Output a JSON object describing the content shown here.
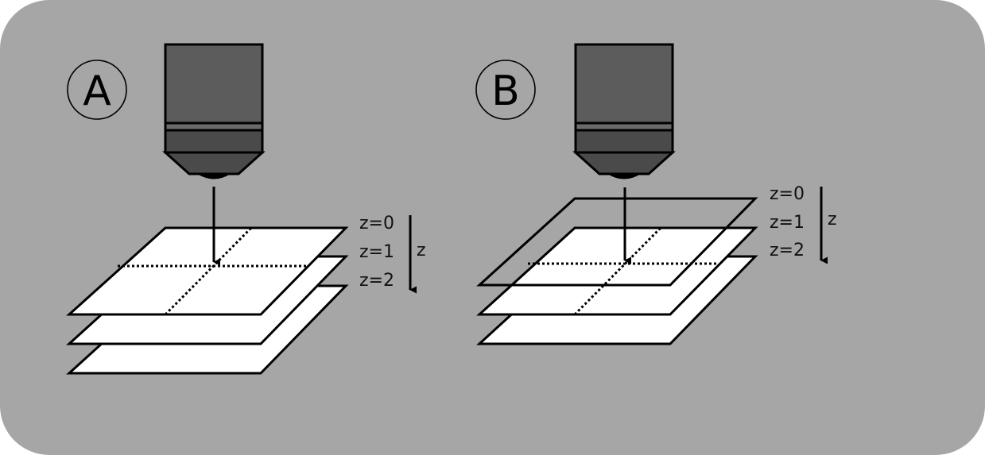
{
  "colors": {
    "background": "#a6a6a6",
    "objective_body": "#5c5c5c",
    "objective_lower": "#4a4a4a",
    "outline": "#000000",
    "plane_fill": "#ffffff"
  },
  "panels": [
    {
      "id": "A",
      "badge": "A",
      "plane_labels": [
        "z=0",
        "z=1",
        "z=2"
      ],
      "axis_label": "z"
    },
    {
      "id": "B",
      "badge": "B",
      "plane_labels": [
        "z=0",
        "z=1",
        "z=2"
      ],
      "axis_label": "z"
    }
  ]
}
